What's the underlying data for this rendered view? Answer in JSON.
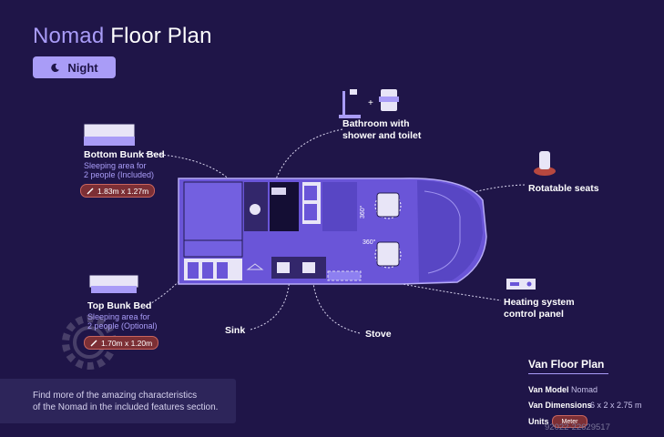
{
  "header": {
    "title_accent": "Nomad",
    "title_rest": "Floor Plan",
    "mode_button": "Night",
    "mode_icon": "moon-icon"
  },
  "callouts": {
    "bottom_bunk": {
      "title": "Bottom Bunk Bed",
      "line1": "Sleeping area for",
      "line2": "2 people (Included)",
      "dimension": "1.83m x 1.27m"
    },
    "top_bunk": {
      "title": "Top Bunk Bed",
      "line1": "Sleeping area for",
      "line2": "2 people (Optional)",
      "dimension": "1.70m x 1.20m"
    },
    "bathroom": {
      "line1": "Bathroom with",
      "line2": "shower and toilet",
      "plus": "+"
    },
    "rotatable_seats": {
      "label": "Rotatable seats"
    },
    "heating": {
      "line1": "Heating system",
      "line2": "control panel"
    },
    "sink": {
      "label": "Sink"
    },
    "stove": {
      "label": "Stove"
    }
  },
  "plan_marks": {
    "seat_rotation_1": "360°",
    "seat_rotation_2": "360°"
  },
  "info_box": {
    "line1": "Find more of the amazing characteristics",
    "line2": "of the Nomad in the included features section."
  },
  "specs": {
    "title": "Van Floor Plan",
    "model_label": "Van Model",
    "model_value": "Nomad",
    "dimensions_label": "Van Dimensions",
    "dimensions_value": "6 x 2 x 2.75 m",
    "units_label": "Units",
    "units_value": "Meter"
  },
  "watermark": "92022-22629517",
  "colors": {
    "background": "#1f1548",
    "accent": "#a99cf7",
    "van_body": "#6a55d8",
    "dimension_badge": "#7c2f35"
  }
}
